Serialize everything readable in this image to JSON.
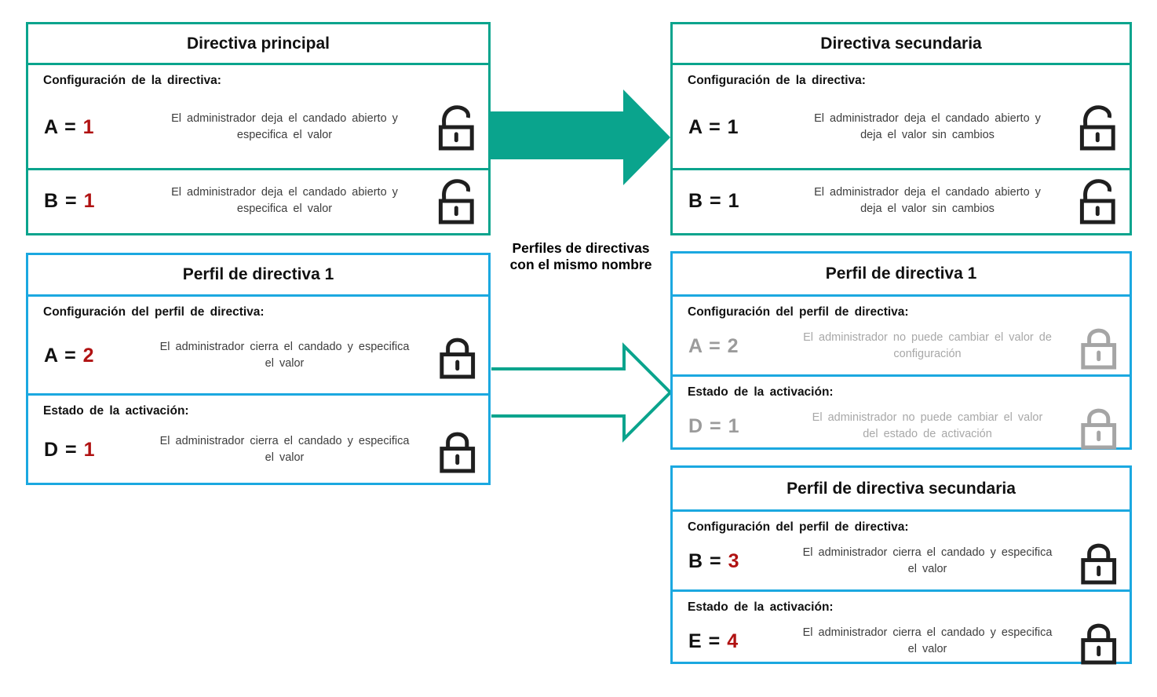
{
  "palette": {
    "teal": "#0aa48d",
    "blue": "#1ba8e0",
    "red": "#b01212",
    "ink": "#111111",
    "desc-ink": "#3d3d3d",
    "gray-text": "#a8a8a8",
    "gray-value": "#9b9b9b",
    "gray-lock": "#a5a5a5"
  },
  "connector_label": "Perfiles de directivas\ncon el mismo nombre",
  "boxes": {
    "main_policy": {
      "title": "Directiva principal",
      "sections": [
        {
          "label": "Configuración  de la directiva:",
          "lhs": "A =",
          "value": "1",
          "value_style": "red",
          "tone": "normal",
          "desc": "El administrador  deja  el candado  abierto  y\nespecifica  el valor",
          "icon": "lock-open"
        },
        {
          "lhs": "B =",
          "value": "1",
          "value_style": "red",
          "tone": "normal",
          "desc": "El administrador  deja  el candado  abierto  y\nespecifica  el valor",
          "icon": "lock-open"
        }
      ]
    },
    "secondary_policy": {
      "title": "Directiva secundaria",
      "sections": [
        {
          "label": "Configuración  de la directiva:",
          "lhs": "A =",
          "value": "1",
          "value_style": "plain",
          "tone": "normal",
          "desc": "El administrador  deja  el candado  abierto  y\ndeja  el valor  sin cambios",
          "icon": "lock-open"
        },
        {
          "lhs": "B =",
          "value": "1",
          "value_style": "plain",
          "tone": "normal",
          "desc": "El administrador  deja  el candado  abierto  y\ndeja  el valor  sin cambios",
          "icon": "lock-open"
        }
      ]
    },
    "profile1_main": {
      "title": "Perfil de directiva 1",
      "sections": [
        {
          "label": "Configuración  del perfil  de  directiva:",
          "lhs": "A =",
          "value": "2",
          "value_style": "red",
          "tone": "normal",
          "desc": "El administrador  cierra el candado  y especifica\nel valor",
          "icon": "lock-closed"
        },
        {
          "label": "Estado  de la activación:",
          "lhs": "D =",
          "value": "1",
          "value_style": "red",
          "tone": "normal",
          "desc": "El administrador  cierra el candado  y especifica\nel valor",
          "icon": "lock-closed"
        }
      ]
    },
    "profile1_secondary": {
      "title": "Perfil de directiva 1",
      "sections": [
        {
          "label": "Configuración  del perfil  de  directiva:",
          "lhs": "A =",
          "value": "2",
          "value_style": "gray",
          "tone": "gray",
          "desc": "El administrador  no puede  cambiar  el valor  de\nconfiguración",
          "icon": "lock-closed"
        },
        {
          "label": "Estado  de la activación:",
          "lhs": "D =",
          "value": "1",
          "value_style": "gray",
          "tone": "gray",
          "desc": "El administrador  no puede  cambiar  el valor\ndel estado  de activación",
          "icon": "lock-closed"
        }
      ]
    },
    "profile_secondary": {
      "title": "Perfil de directiva secundaria",
      "sections": [
        {
          "label": "Configuración  del perfil  de directiva:",
          "lhs": "B =",
          "value": "3",
          "value_style": "red",
          "tone": "normal",
          "desc": "El administrador  cierra el candado  y especifica\nel valor",
          "icon": "lock-closed"
        },
        {
          "label": "Estado  de la activación:",
          "lhs": "E =",
          "value": "4",
          "value_style": "red",
          "tone": "normal",
          "desc": "El administrador  cierra el candado  y especifica\nel valor",
          "icon": "lock-closed"
        }
      ]
    }
  }
}
